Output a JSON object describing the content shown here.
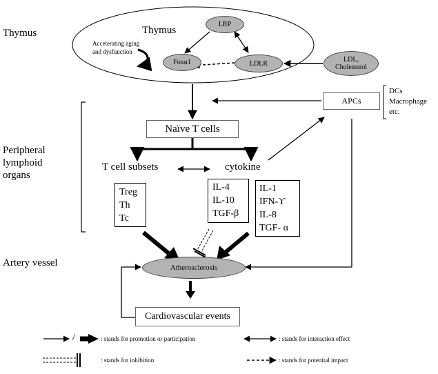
{
  "regions": {
    "thymus": "Thymus",
    "peripheral": [
      "Peripheral",
      "lymphoid",
      "organs"
    ],
    "artery": "Artery vessel"
  },
  "thymus_panel": {
    "title": "Thymus",
    "aging": [
      "Accelerating aging",
      "and dysfunction"
    ],
    "lrp": "LRP",
    "foxn1": "Foxn1",
    "ldlr": "LDLR",
    "ldl": [
      "LDL,",
      "Cholesterol"
    ]
  },
  "apcs": {
    "label": "APCs",
    "types": [
      "DCs",
      "Macrophage",
      "etc."
    ]
  },
  "naive": "Naïve T cells",
  "subsets": "T cell subsets",
  "cytokine": "cytokine",
  "subset_list": [
    "Treg",
    "Th",
    "Tc"
  ],
  "anti_cytokines": [
    "IL-4",
    "IL-10",
    "TGF-β"
  ],
  "pro_cytokines": [
    "IL-1",
    "IFN-ϒ",
    "IL-8",
    "TGF- α"
  ],
  "atherosclerosis": "Atherosclerosis",
  "cardio": "Cardiovascular events",
  "legend": {
    "slash": "/",
    "promotion": ": stands for promotion  or participation",
    "interaction": ": stands for interaction  effect",
    "inhibition": ": stands for inhibition",
    "potential": ": stands for potential  impact"
  }
}
